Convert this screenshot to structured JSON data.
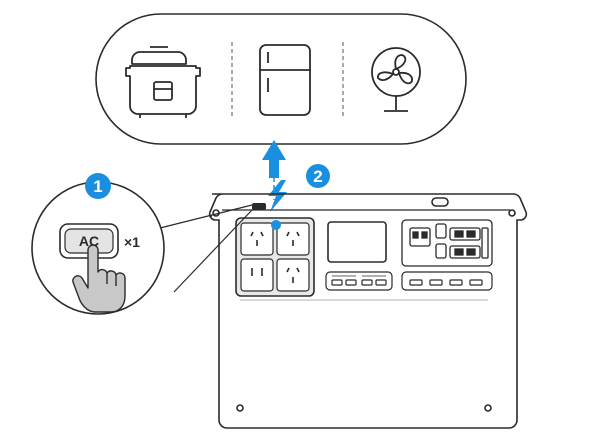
{
  "steps": {
    "step1": "1",
    "step2": "2"
  },
  "button": {
    "label": "AC",
    "press_count": "×1"
  },
  "appliances": [
    {
      "name": "rice-cooker-icon"
    },
    {
      "name": "refrigerator-icon"
    },
    {
      "name": "fan-icon"
    }
  ],
  "colors": {
    "accent": "#1a8fe0",
    "outline": "#2b2b2b",
    "hand": "#c8c8c8",
    "panel": "#e8e8e8"
  }
}
